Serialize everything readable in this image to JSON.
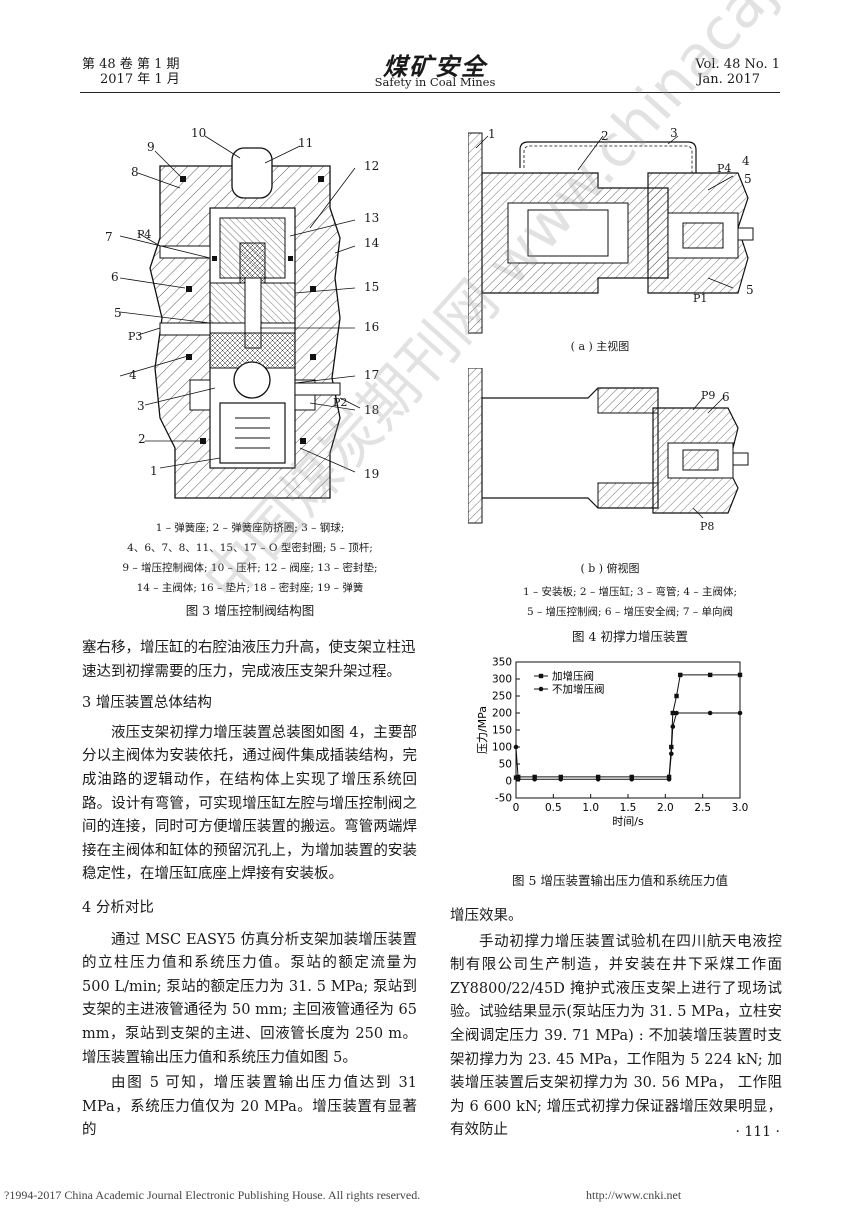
{
  "header": {
    "vol_cn": "第 48 卷  第 1 期",
    "date_cn": "2017 年 1 月",
    "journal_cn": "煤矿安全",
    "journal_en": "Safety in Coal Mines",
    "vol_en": "Vol. 48   No. 1",
    "date_en": "Jan.  2017"
  },
  "fig3": {
    "labels": [
      "1",
      "2",
      "3",
      "4",
      "5",
      "6",
      "7",
      "8",
      "9",
      "10",
      "11",
      "12",
      "13",
      "14",
      "15",
      "16",
      "17",
      "18",
      "19"
    ],
    "port_p4": "P4",
    "port_p3": "P3",
    "port_p2": "P2",
    "legend": [
      "1 – 弹簧座; 2 – 弹簧座防挤圈; 3 – 钢球;",
      "4、6、7、8、11、15、17 – O 型密封圈; 5 – 顶杆;",
      "9 – 增压控制阀体; 10 – 压杆; 12 – 阀座; 13 – 密封垫;",
      "14 – 主阀体; 16 – 垫片; 18 – 密封座; 19 – 弹簧"
    ],
    "caption": "图 3   增压控制阀结构图"
  },
  "fig4": {
    "labels_a": [
      "1",
      "2",
      "3",
      "4",
      "5",
      "5"
    ],
    "port_p4": "P4",
    "port_p1": "P1",
    "sub_a": "( a ) 主视图",
    "labels_b": [
      "6"
    ],
    "port_p9": "P9",
    "port_p8": "P8",
    "sub_b": "( b ) 俯视图",
    "legend": [
      "1 – 安装板; 2 – 增压缸; 3 – 弯管; 4 – 主阀体;",
      "5 – 增压控制阀; 6 – 增压安全阀; 7 – 单向阀"
    ],
    "caption": "图 4   初撑力增压装置"
  },
  "left_text": {
    "para_cont_1": "塞右移，增压缸的右腔油液压力升高，使支架立柱迅",
    "para_cont_2": "速达到初撑需要的压力，完成液压支架升架过程。",
    "sec3": "3   增压装置总体结构",
    "para3": "液压支架初撑力增压装置总装图如图 4，主要部分以主阀体为安装依托，通过阀件集成插装结构，完成油路的逻辑动作，在结构体上实现了增压系统回路。设计有弯管，可实现增压缸左腔与增压控制阀之间的连接，同时可方便增压装置的搬运。弯管两端焊接在主阀体和缸体的预留沉孔上，为增加装置的安装稳定性，在增压缸底座上焊接有安装板。",
    "sec4": "4   分析对比",
    "para4a": "通过 MSC EASY5 仿真分析支架加装增压装置的立柱压力值和系统压力值。泵站的额定流量为 500 L/min; 泵站的额定压力为 31. 5 MPa; 泵站到支架的主进液管通径为 50  mm; 主回液管通径为 65 mm，泵站到支架的主进、回液管长度为 250  m。增压装置输出压力值和系统压力值如图 5。",
    "para4b": "由图 5 可知，增压装置输出压力值达到 31 MPa，系统压力值仅为 20 MPa。增压装置有显著的"
  },
  "chart_data": {
    "type": "line",
    "title": "",
    "xlabel": "时间/s",
    "ylabel": "压力/MPa",
    "xlim": [
      0,
      3.0
    ],
    "ylim": [
      -50,
      350
    ],
    "xticks": [
      "0",
      "0.5",
      "1.0",
      "1.5",
      "2.0",
      "2.5",
      "3.0"
    ],
    "yticks": [
      "-50",
      "0",
      "50",
      "100",
      "150",
      "200",
      "250",
      "300",
      "350"
    ],
    "legend_position": "top-left",
    "series": [
      {
        "name": "加增压阀",
        "marker": "square",
        "x": [
          0,
          0.03,
          0.25,
          0.6,
          1.1,
          1.55,
          2.05,
          2.08,
          2.1,
          2.15,
          2.2,
          2.6,
          3.0
        ],
        "y": [
          10,
          12,
          12,
          12,
          12,
          12,
          12,
          100,
          200,
          250,
          312,
          312,
          312
        ]
      },
      {
        "name": "不加增压阀",
        "marker": "circle",
        "x": [
          0,
          0.03,
          0.25,
          0.6,
          1.1,
          1.55,
          2.05,
          2.08,
          2.1,
          2.15,
          2.6,
          3.0
        ],
        "y": [
          100,
          5,
          5,
          5,
          5,
          5,
          5,
          80,
          160,
          200,
          200,
          200
        ]
      }
    ],
    "caption": "图 5   增压装置输出压力值和系统压力值"
  },
  "right_text": {
    "para_cont": "增压效果。",
    "para5": "手动初撑力增压装置试验机在四川航天电液控制有限公司生产制造，并安装在井下采煤工作面 ZY8800/22/45D 掩护式液压支架上进行了现场试验。试验结果显示(泵站压力为 31. 5 MPa，立柱安全阀调定压力 39. 71 MPa) : 不加装增压装置时支架初撑力为 23. 45 MPa，工作阻为 5 224 kN; 加装增压装置后支架初撑力为 30. 56 MPa， 工作阻为 6 600 kN; 增压式初撑力保证器增压效果明显，有效防止"
  },
  "page_number": "· 111 ·",
  "footer": {
    "copyright": "?1994-2017 China Academic Journal Electronic Publishing House. All rights reserved.",
    "url": "http://www.cnki.net"
  },
  "watermark": "中国煤炭期刊网 www.chinacaj.net"
}
